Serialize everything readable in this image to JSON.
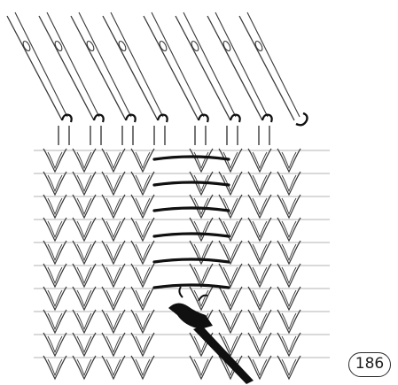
{
  "figure": {
    "number": "186"
  },
  "colors": {
    "ink": "#3a3a3a",
    "dark_ink": "#101010",
    "background": "#ffffff"
  },
  "illustration": {
    "needles": 8,
    "hooked_needles": 7,
    "fabric_columns": 9,
    "fabric_rows": 10,
    "dropped_column": 4,
    "ladder_bars": 6,
    "tool": "latch-hook"
  }
}
